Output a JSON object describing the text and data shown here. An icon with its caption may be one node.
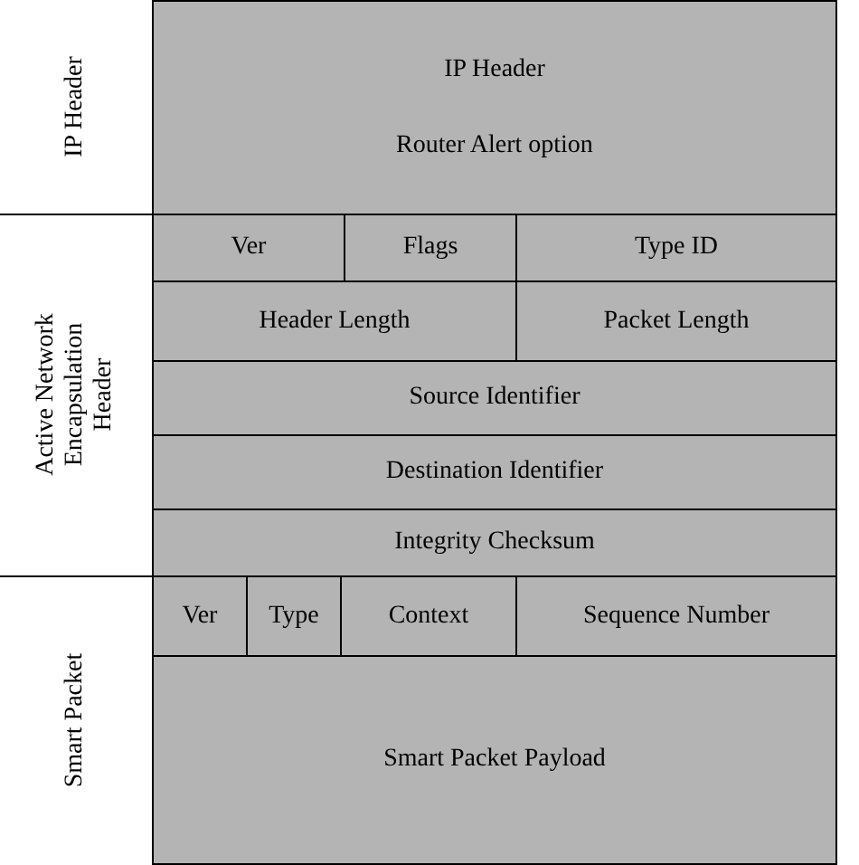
{
  "diagram": {
    "nodes": [
      {
        "text": [
          "IP Header",
          "Router Alert option"
        ]
      },
      {
        "text": [
          "Ver"
        ]
      },
      {
        "text": [
          "Flags"
        ]
      },
      {
        "text": [
          "Type ID"
        ]
      },
      {
        "text": [
          "Header Length"
        ]
      },
      {
        "text": [
          "Packet Length"
        ]
      },
      {
        "text": [
          "Source Identifier"
        ]
      },
      {
        "text": [
          "Destination Identifier"
        ]
      },
      {
        "text": [
          "Integrity Checksum"
        ]
      },
      {
        "text": [
          "Ver"
        ]
      },
      {
        "text": [
          "Type"
        ]
      },
      {
        "text": [
          "Context"
        ]
      },
      {
        "text": [
          "Sequence Number"
        ]
      },
      {
        "text": [
          "Smart Packet Payload"
        ]
      }
    ],
    "labels": [
      "IP Header",
      "Active Network Encapsulation Header",
      "Smart Packet"
    ]
  }
}
